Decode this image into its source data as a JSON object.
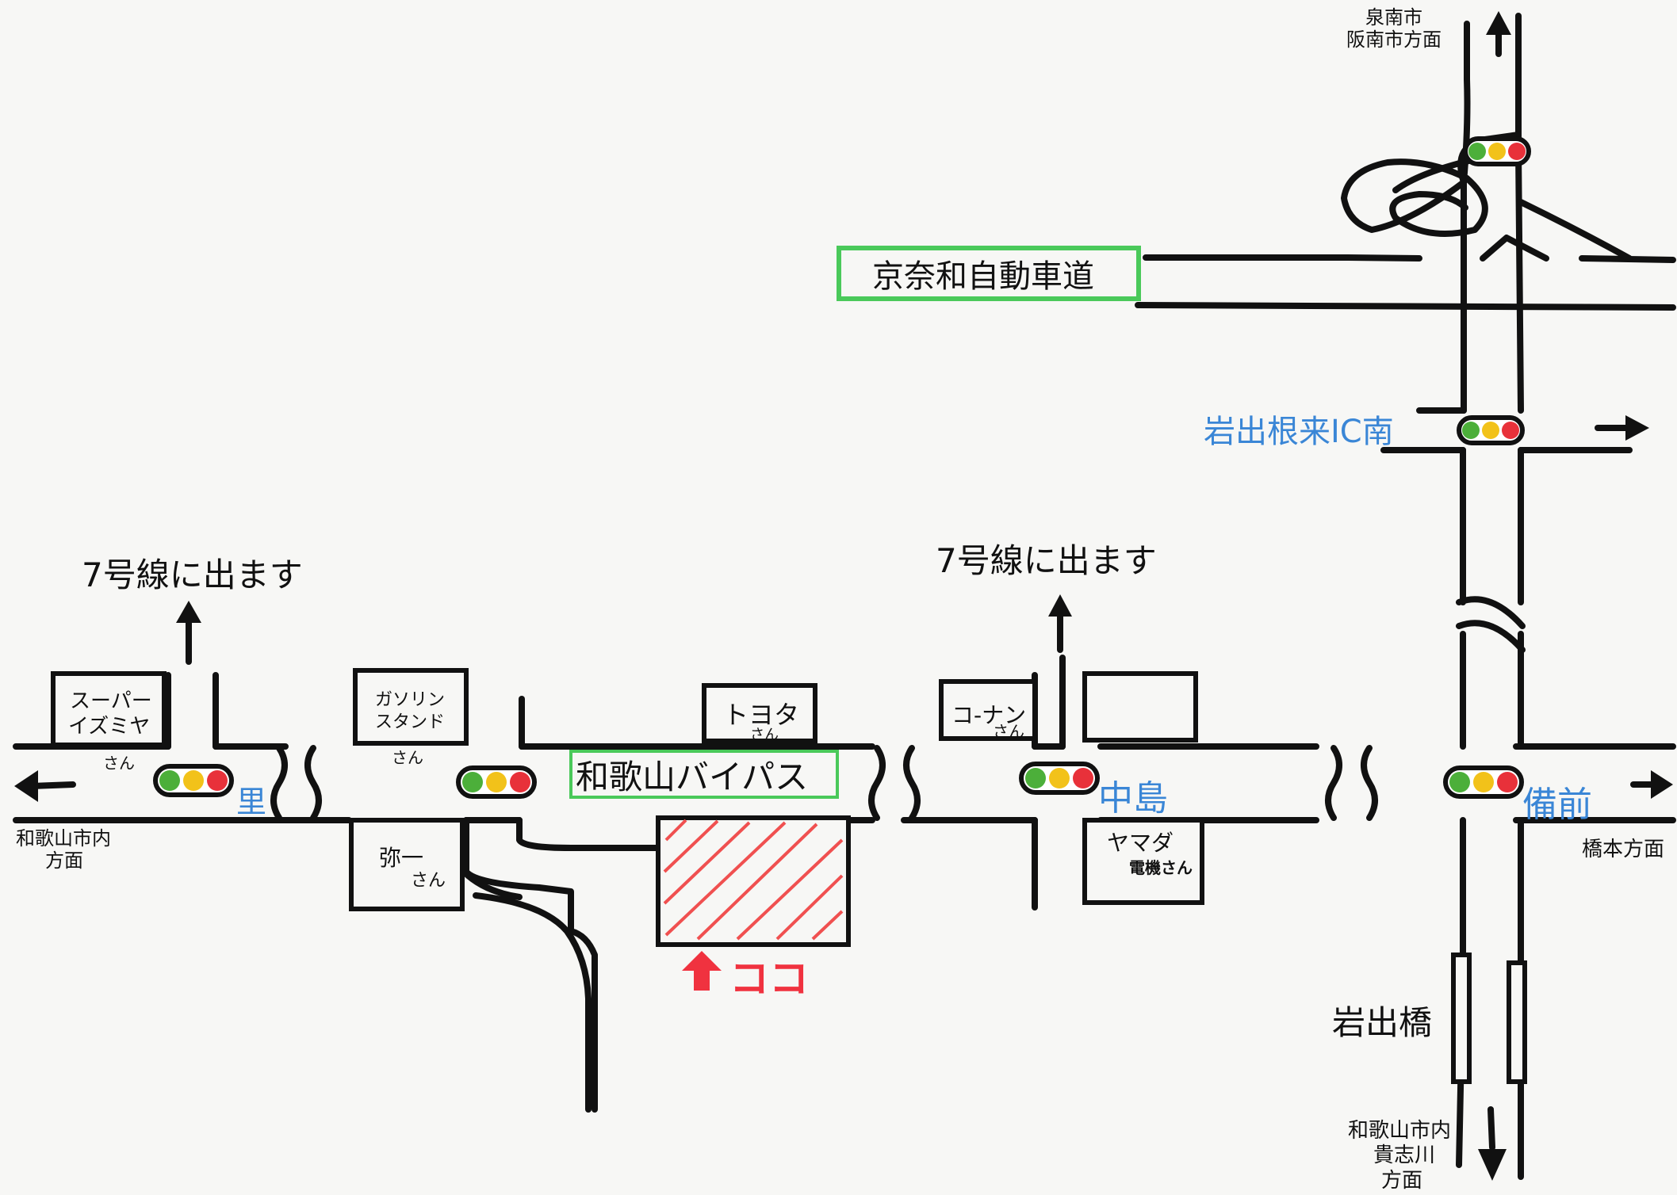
{
  "map": {
    "expressway_label": "京奈和自動車道",
    "bypass_label": "和歌山バイパス",
    "exit_7_left": "7号線に出ます",
    "exit_7_right": "7号線に出ます",
    "place_sato": "里",
    "place_nakajima": "中島",
    "place_bizen": "備前",
    "place_iwade_ic": "岩出根来IC南",
    "bridge": "岩出橋",
    "here_label": "ココ",
    "dest_north": {
      "line1": "泉南市",
      "line2": "阪南市方面"
    },
    "dest_west": {
      "line1": "和歌山市内",
      "line2": "方面"
    },
    "dest_east": "橋本方面",
    "dest_south": {
      "line1": "和歌山市内",
      "line2": "貴志川",
      "line3": "方面"
    },
    "shops": {
      "izumiya": {
        "line1": "スーパー",
        "line2": "イズミヤ",
        "suffix": "さん"
      },
      "gasoline": {
        "line1": "ガソリン",
        "line2": "スタンド",
        "suffix": "さん"
      },
      "yaichi": {
        "name": "弥一",
        "suffix": "さん"
      },
      "toyota": {
        "name": "トヨタ",
        "suffix": "さん"
      },
      "konan": {
        "name": "コ-ナン",
        "suffix": "さん"
      },
      "yamada": {
        "line1": "ヤマダ",
        "line2": "電機さん"
      }
    },
    "colors": {
      "ink": "#111111",
      "label_blue": "#3a86d6",
      "here_red": "#f0323f",
      "frame_green": "#4ac95a",
      "signal_green": "#4caf3a",
      "signal_yellow": "#f2c21a",
      "signal_red": "#e8313a"
    }
  }
}
